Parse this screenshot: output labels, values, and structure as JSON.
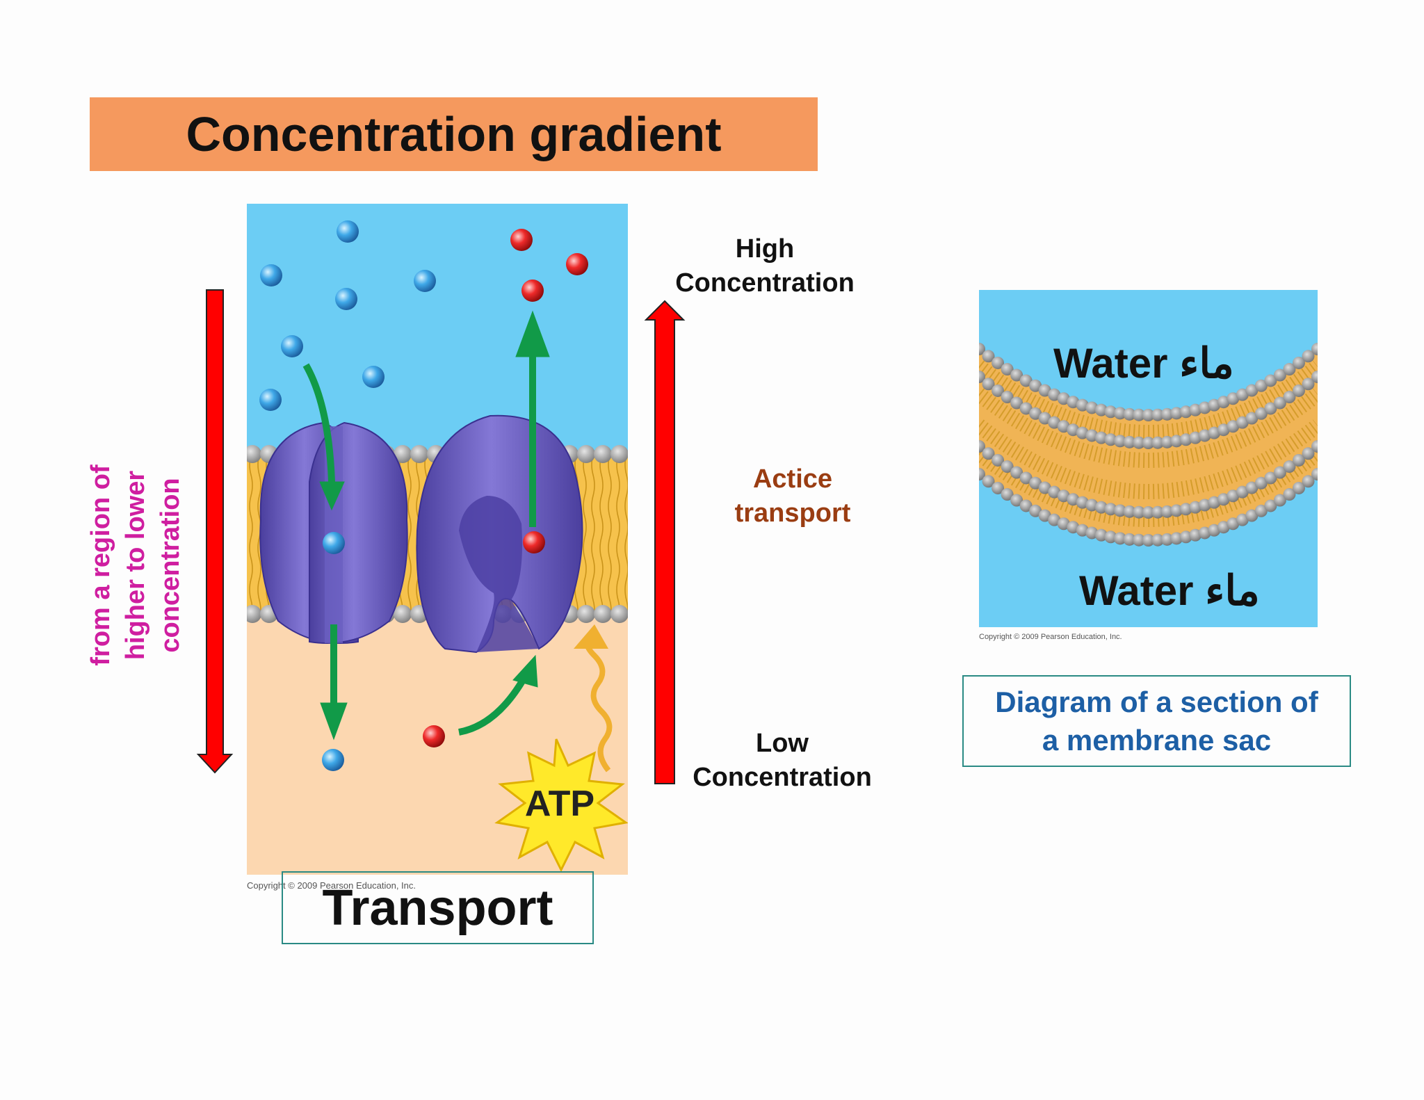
{
  "title": "Concentration gradient",
  "left_label": [
    "from a region of",
    "higher to lower",
    "concentration"
  ],
  "high_concentration": [
    "High",
    "Concentration"
  ],
  "active_transport": [
    "Actice",
    "transport"
  ],
  "low_concentration": [
    "Low",
    "Concentration"
  ],
  "atp": "ATP",
  "transport": "Transport",
  "copyright_left": "Copyright © 2009 Pearson Education, Inc.",
  "copyright_right": "Copyright © 2009 Pearson Education, Inc.",
  "water_top": "Water ماء",
  "water_bottom": "Water ماء",
  "diagram_caption": [
    "Diagram of a section of",
    "a membrane sac"
  ],
  "colors": {
    "title_bg": "#f5995e",
    "arrow_red": "#ff0000",
    "left_label": "#cf1ea0",
    "active_transport": "#9a3d12",
    "caption": "#1d5fa5",
    "box_border": "#2a8a84",
    "water_blue": "#6ccdf4",
    "cytoplasm": "#fcd7b0",
    "protein": "#6a5fc0",
    "green_arrow": "#119a48"
  }
}
